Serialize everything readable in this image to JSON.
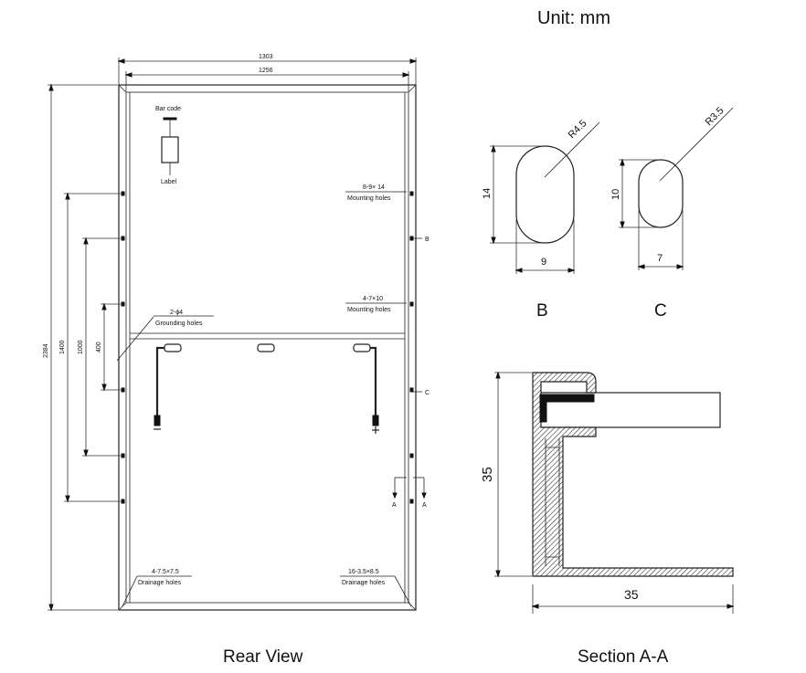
{
  "unit_label": "Unit: mm",
  "rear_view": {
    "caption": "Rear View",
    "width_outer": "1303",
    "width_inner": "1256",
    "height_total": "2384",
    "height_1400": "1400",
    "height_1000": "1000",
    "height_400": "400",
    "bar_code_label": "Bar code",
    "label_label": "Label",
    "mounting_holes_top_spec": "8-9× 14",
    "mounting_holes_top_label": "Mounting holes",
    "mounting_holes_mid_spec": "4-7×10",
    "mounting_holes_mid_label": "Mounting holes",
    "grounding_spec": "2-ϕ4",
    "grounding_label": "Grounding holes",
    "drainage_left_spec": "4-7.5×7.5",
    "drainage_left_label": "Drainage holes",
    "drainage_right_spec": "16-3.5×8.5",
    "drainage_right_label": "Drainage holes",
    "callout_b": "B",
    "callout_c": "C",
    "section_marker_left": "A",
    "section_marker_right": "A"
  },
  "detail_b": {
    "caption": "B",
    "radius": "R4.5",
    "height": "14",
    "width": "9"
  },
  "detail_c": {
    "caption": "C",
    "radius": "R3.5",
    "height": "10",
    "width": "7"
  },
  "section_aa": {
    "caption": "Section A-A",
    "height": "35",
    "width": "35"
  }
}
